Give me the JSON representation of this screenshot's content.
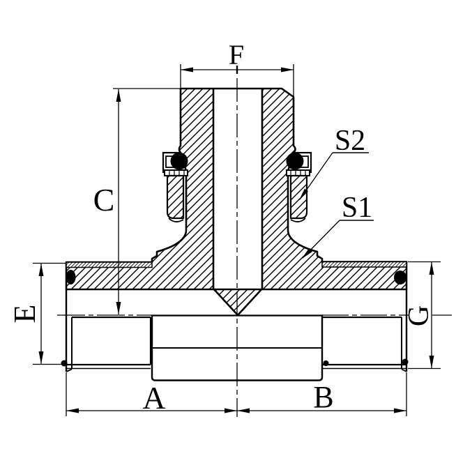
{
  "labels": {
    "F": "F",
    "C": "C",
    "S2": "S2",
    "S1": "S1",
    "E": "E",
    "A": "A",
    "B": "B",
    "G": "G"
  },
  "colors": {
    "line": "#000000",
    "background": "#ffffff",
    "seal_fill": "#000000"
  }
}
